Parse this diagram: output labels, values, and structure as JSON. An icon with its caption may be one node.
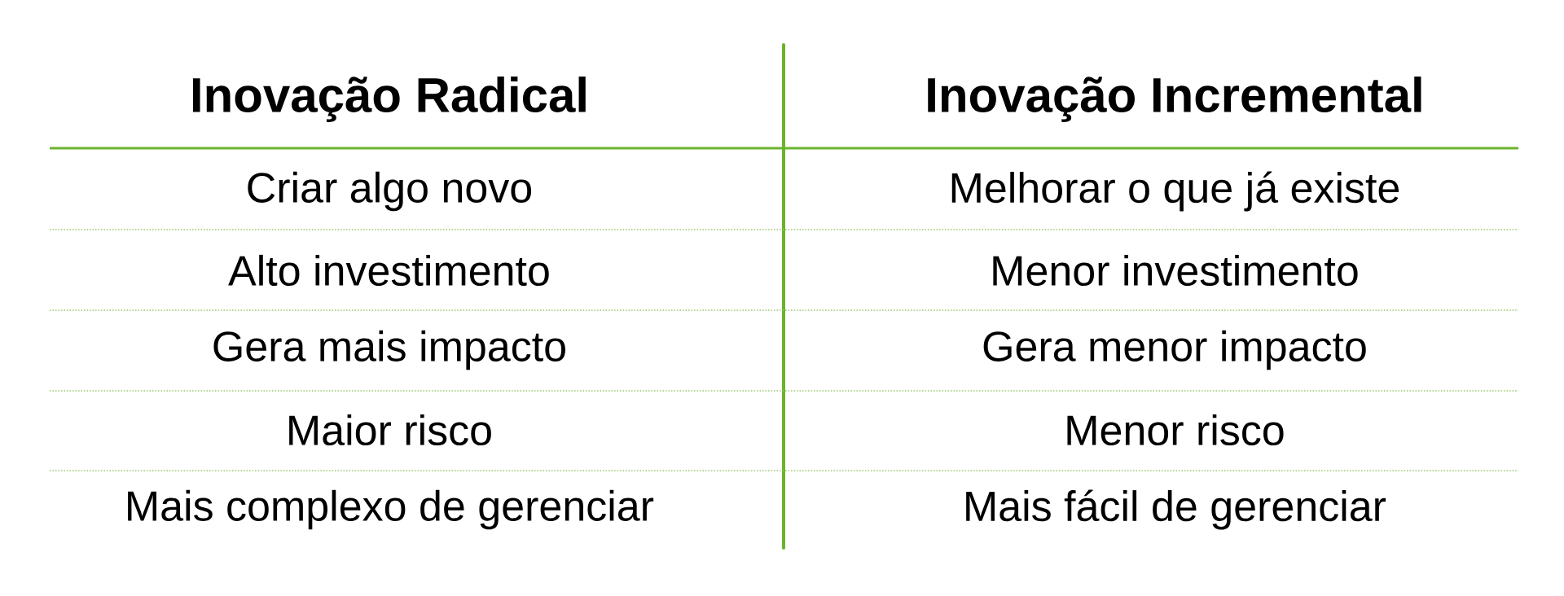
{
  "diagram": {
    "labels": [
      "Inovação Radical",
      "Inovação Incremental",
      "Criar algo novo",
      "Melhorar o que já existe",
      "Alto investimento",
      "Menor investimento",
      "Gera mais impacto",
      "Gera menor impacto",
      "Maior risco",
      "Menor risco",
      "Mais complexo de gerenciar",
      "Mais fácil de gerenciar"
    ]
  }
}
